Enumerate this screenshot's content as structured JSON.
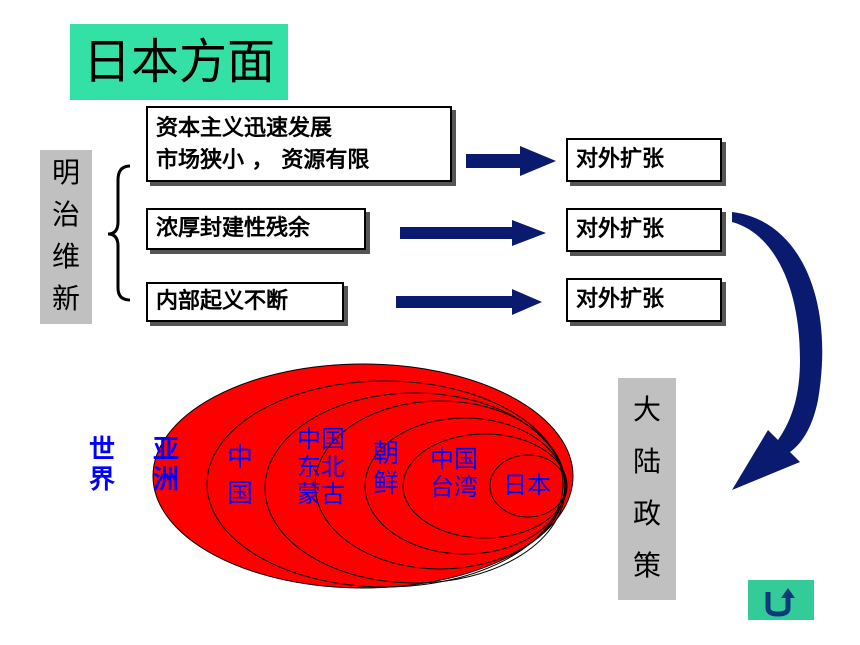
{
  "title": "日本方面",
  "side_label": [
    "明",
    "治",
    "维",
    "新"
  ],
  "causes": {
    "c1_line1": "资本主义迅速发展",
    "c1_line2": "市场狭小 ， 资源有限",
    "c2": "浓厚封建性残余",
    "c3": "内部起义不断"
  },
  "results": [
    "对外扩张",
    "对外扩张",
    "对外扩张"
  ],
  "policy": [
    "大",
    "陆",
    "政",
    "策"
  ],
  "circles": {
    "world": [
      "世",
      "界"
    ],
    "asia": [
      "亚",
      "洲"
    ],
    "china": [
      "中",
      "国"
    ],
    "northeast": [
      "中国",
      "东北",
      "蒙古"
    ],
    "korea": [
      "朝",
      "鲜"
    ],
    "taiwan": [
      "中国",
      "台湾"
    ],
    "japan": "日本"
  },
  "colors": {
    "title_bg": "#33e0a6",
    "ellipse": "#ff0000",
    "arrow": "#0a1a6e",
    "label": "#0000ff"
  }
}
